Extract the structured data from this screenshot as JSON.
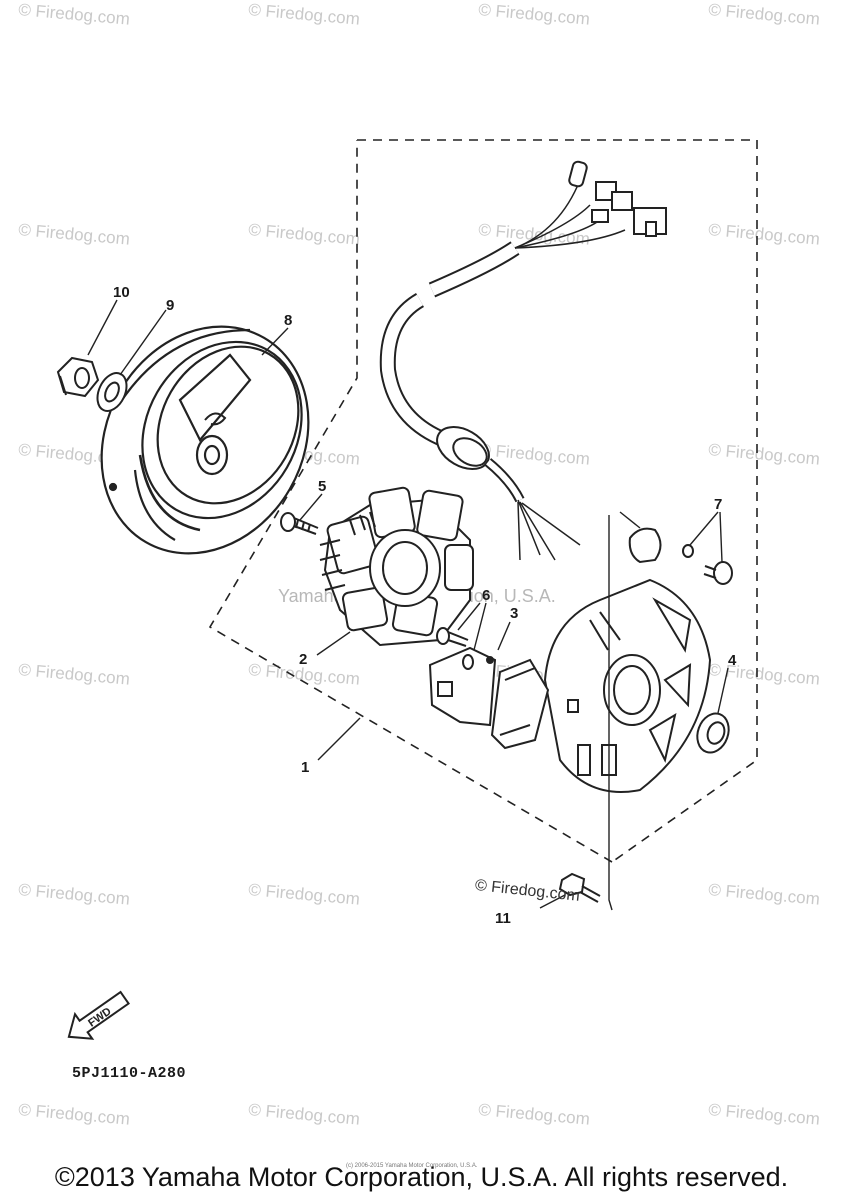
{
  "watermark": {
    "text": "© Firedog.com"
  },
  "center_watermark": {
    "text": "Yamaha Motor Corporation, U.S.A."
  },
  "firedog_stamp": {
    "text": "© Firedog.com"
  },
  "diagram_code": "5PJ1110-A280",
  "fwd_label": "FWD",
  "copyright": "©2013 Yamaha Motor Corporation, U.S.A. All rights reserved.",
  "tiny_credit": "(c) 2006-2015 Yamaha Motor Corporation, U.S.A.",
  "callouts": [
    {
      "id": "1",
      "label": "1"
    },
    {
      "id": "2",
      "label": "2"
    },
    {
      "id": "3",
      "label": "3"
    },
    {
      "id": "4",
      "label": "4"
    },
    {
      "id": "5",
      "label": "5"
    },
    {
      "id": "6",
      "label": "6"
    },
    {
      "id": "7",
      "label": "7"
    },
    {
      "id": "8",
      "label": "8"
    },
    {
      "id": "9",
      "label": "9"
    },
    {
      "id": "10",
      "label": "10"
    },
    {
      "id": "11",
      "label": "11"
    }
  ]
}
